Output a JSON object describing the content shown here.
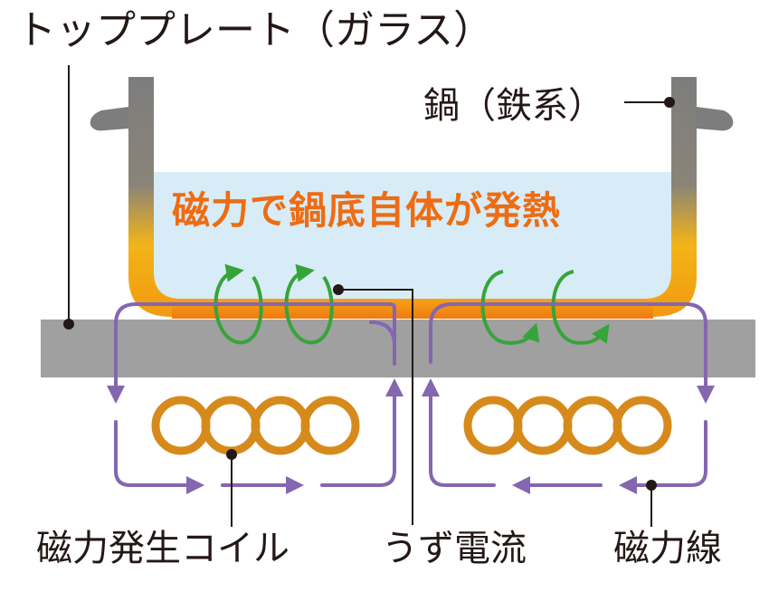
{
  "labels": {
    "top_plate": "トッププレート（ガラス）",
    "pot": "鍋（鉄系）",
    "headline": "磁力で鍋底自体が発熱",
    "coil": "磁力発生コイル",
    "eddy_current": "うず電流",
    "magnetic_flux": "磁力線"
  },
  "colors": {
    "plate": "#a0a0a0",
    "pot_wall": "#7d7d7d",
    "heat": "#f39a10",
    "heat_core": "#ee7a12",
    "liquid": "#d7ecf6",
    "coil": "#d78a1c",
    "flux_line": "#8566b0",
    "eddy_arrow": "#36a43a",
    "headline": "#ee6c12",
    "leader": "#231815"
  }
}
